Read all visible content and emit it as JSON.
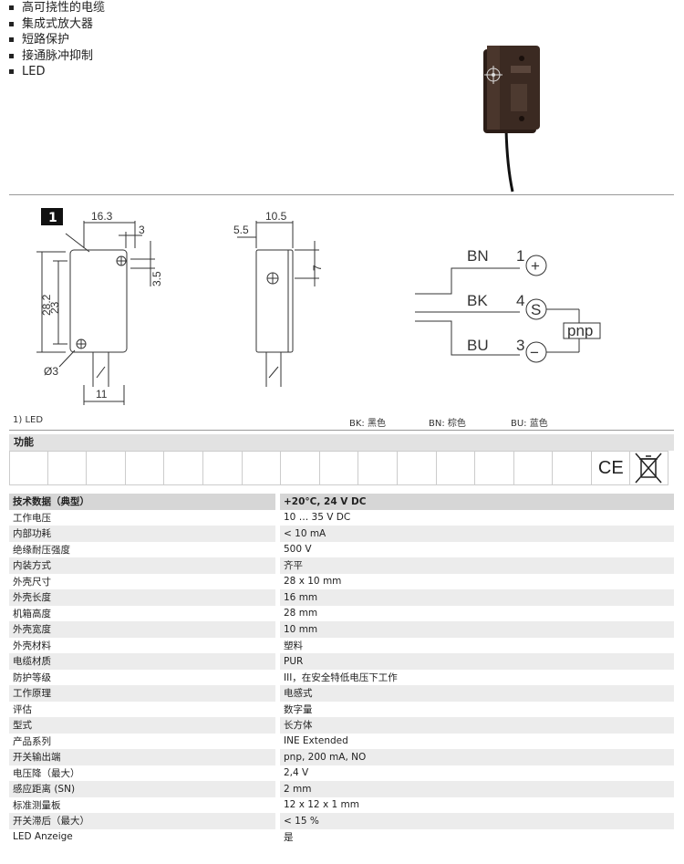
{
  "features": [
    "高可挠性的电缆",
    "集成式放大器",
    "短路保护",
    "接通脉冲抑制",
    "LED"
  ],
  "drawing": {
    "callout": "1",
    "dims": {
      "d16_3": "16.3",
      "d3": "3",
      "d3_5": "3.5",
      "d28_2": "28.2",
      "d23": "23",
      "d_phi3": "Ø3",
      "d11": "11",
      "d10_5": "10.5",
      "d5_5": "5.5",
      "d7": "7"
    },
    "wiring": {
      "bn": "BN",
      "bn_pin": "1",
      "bk": "BK",
      "bk_pin": "4",
      "bu": "BU",
      "bu_pin": "3",
      "plus": "+",
      "s": "S",
      "minus": "−",
      "pnp": "pnp"
    },
    "captions": {
      "led": "1)   LED",
      "bk": "BK: 黑色",
      "bn": "BN: 棕色",
      "bu": "BU: 蓝色"
    }
  },
  "functions": {
    "title": "功能",
    "ce_mark": "CE",
    "cells": 15
  },
  "specs": {
    "header": [
      "技术数据（典型）",
      "+20°C, 24 V DC"
    ],
    "rows": [
      [
        "工作电压",
        "10 … 35 V DC"
      ],
      [
        "内部功耗",
        "< 10 mA"
      ],
      [
        "绝缘耐压强度",
        "500 V"
      ],
      [
        "内装方式",
        "齐平"
      ],
      [
        "外壳尺寸",
        "28 x 10 mm"
      ],
      [
        "外壳长度",
        "16 mm"
      ],
      [
        "机箱高度",
        "28 mm"
      ],
      [
        "外壳宽度",
        "10 mm"
      ],
      [
        "外壳材料",
        "塑料"
      ],
      [
        "电缆材质",
        "PUR"
      ],
      [
        "防护等级",
        "III，在安全特低电压下工作"
      ],
      [
        "工作原理",
        "电感式"
      ],
      [
        "评估",
        "数字量"
      ],
      [
        "型式",
        "长方体"
      ],
      [
        "产品系列",
        "INE Extended"
      ],
      [
        "开关输出端",
        "pnp, 200 mA, NO"
      ],
      [
        "电压降（最大）",
        "2,4 V"
      ],
      [
        "感应距离 (SN)",
        "2 mm"
      ],
      [
        "标准测量板",
        "12 x 12 x 1 mm"
      ],
      [
        "开关滞后（最大）",
        "< 15 %"
      ],
      [
        "LED Anzeige",
        "是"
      ]
    ]
  }
}
